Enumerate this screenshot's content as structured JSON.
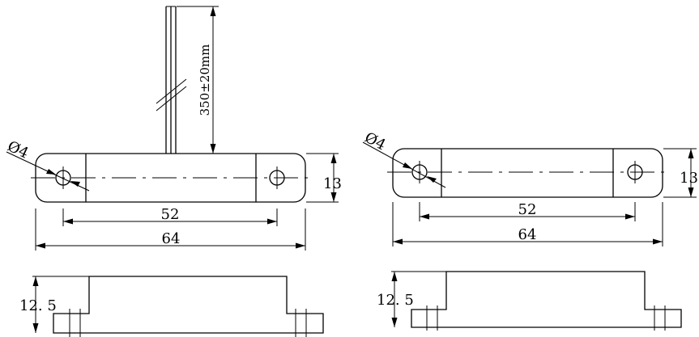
{
  "drawing": {
    "views": [
      {
        "name": "top-view-with-cable",
        "dimensions": {
          "cable_length": "350±20mm",
          "hole_diameter": "Ø4",
          "height": "13",
          "hole_spacing": "52",
          "overall_length": "64"
        }
      },
      {
        "name": "top-view",
        "dimensions": {
          "hole_diameter": "Ø4",
          "height": "13",
          "hole_spacing": "52",
          "overall_length": "64"
        }
      },
      {
        "name": "side-view-left",
        "dimensions": {
          "thickness": "12. 5"
        }
      },
      {
        "name": "side-view-right",
        "dimensions": {
          "thickness": "12. 5"
        }
      }
    ]
  }
}
